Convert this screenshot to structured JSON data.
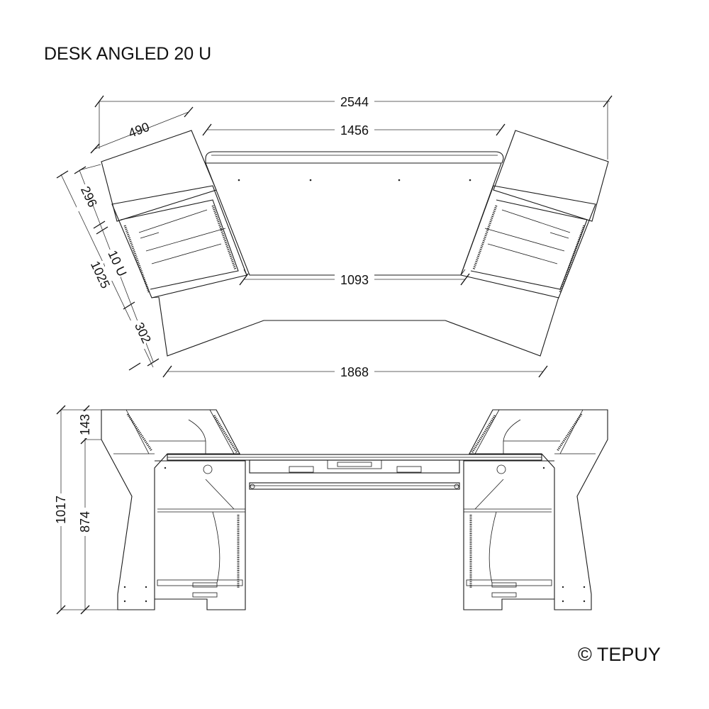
{
  "title": "DESK ANGLED 20 U",
  "copyright": "© TEPUY",
  "top_view": {
    "overall_width": "2544",
    "side_depth": "490",
    "inner_span": "1456",
    "side_offset": "296",
    "rack_units": "10 U",
    "side_length": "1025",
    "front_depth": "302",
    "rear_span": "1093",
    "front_span": "1868"
  },
  "front_view": {
    "upper_height": "143",
    "overall_height": "1017",
    "desk_height": "874"
  }
}
